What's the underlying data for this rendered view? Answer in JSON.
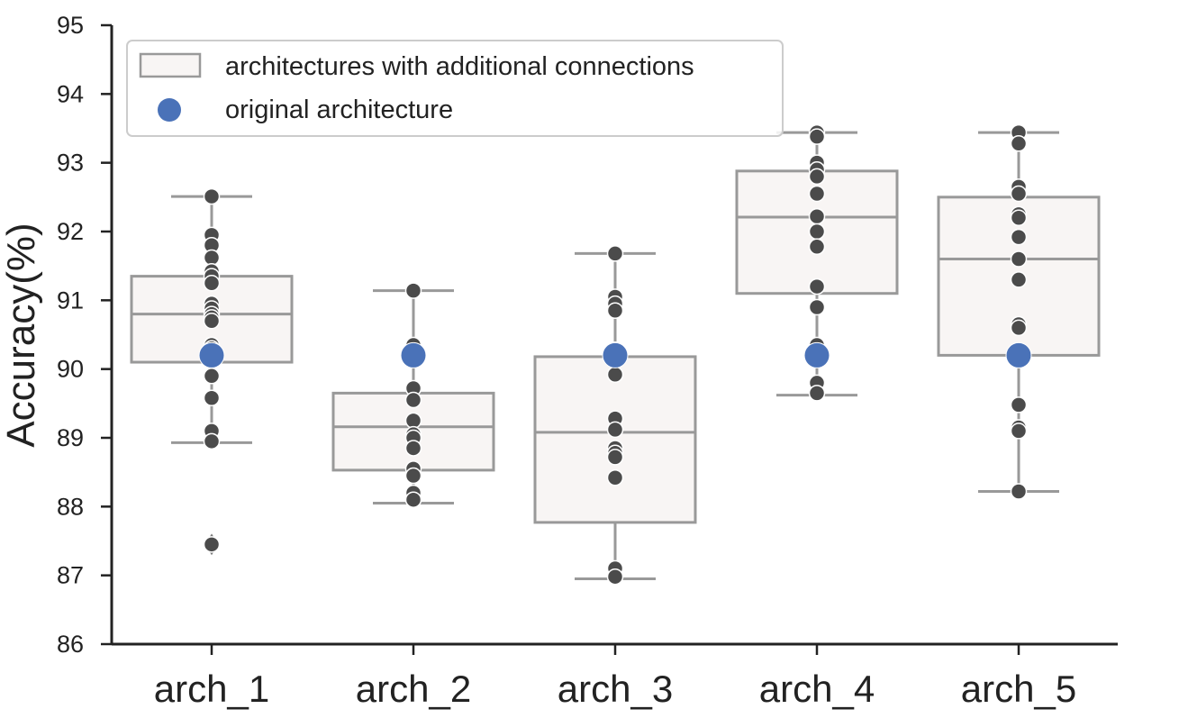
{
  "chart_data": {
    "type": "box",
    "ylabel": "Accuracy(%)",
    "xlabel": "",
    "ylim": [
      86,
      95
    ],
    "yticks": [
      "86",
      "87",
      "88",
      "89",
      "90",
      "91",
      "92",
      "93",
      "94",
      "95"
    ],
    "categories": [
      "arch_1",
      "arch_2",
      "arch_3",
      "arch_4",
      "arch_5"
    ],
    "legend": {
      "placement": "top-left",
      "entries": [
        {
          "label": "architectures with additional connections",
          "marker": "box"
        },
        {
          "label": "original architecture",
          "marker": "dot"
        }
      ]
    },
    "colors": {
      "box_fill": "#f8f5f4",
      "box_edge": "#999999",
      "points": "#4b4b4b",
      "original": "#4a72b8",
      "axis": "#222222"
    },
    "series": [
      {
        "name": "architectures with additional connections",
        "boxes": [
          {
            "category": "arch_1",
            "whisker_low": 88.93,
            "q1": 90.1,
            "median": 90.8,
            "q3": 91.35,
            "whisker_high": 92.51,
            "outliers": [
              87.45
            ],
            "points": [
              92.51,
              91.95,
              91.8,
              91.62,
              91.42,
              91.35,
              91.25,
              90.95,
              90.88,
              90.8,
              90.75,
              90.7,
              90.35,
              90.3,
              89.9,
              89.58,
              89.1,
              88.95,
              87.45
            ]
          },
          {
            "category": "arch_2",
            "whisker_low": 88.05,
            "q1": 88.53,
            "median": 89.16,
            "q3": 89.65,
            "whisker_high": 91.14,
            "outliers": [],
            "points": [
              91.14,
              90.35,
              90.2,
              89.72,
              89.55,
              89.25,
              89.05,
              89.0,
              88.85,
              88.55,
              88.45,
              88.2,
              88.1
            ]
          },
          {
            "category": "arch_3",
            "whisker_low": 86.95,
            "q1": 87.77,
            "median": 89.08,
            "q3": 90.18,
            "whisker_high": 91.68,
            "outliers": [],
            "points": [
              91.68,
              91.05,
              90.95,
              90.85,
              90.28,
              89.92,
              89.28,
              89.12,
              88.85,
              88.78,
              88.72,
              88.42,
              87.1,
              86.98
            ]
          },
          {
            "category": "arch_4",
            "whisker_low": 89.62,
            "q1": 91.1,
            "median": 92.21,
            "q3": 92.88,
            "whisker_high": 93.44,
            "outliers": [],
            "points": [
              93.44,
              93.38,
              93.0,
              92.9,
              92.8,
              92.55,
              92.22,
              92.0,
              91.78,
              91.2,
              90.9,
              90.35,
              89.8,
              89.65
            ]
          },
          {
            "category": "arch_5",
            "whisker_low": 88.22,
            "q1": 90.2,
            "median": 91.6,
            "q3": 92.5,
            "whisker_high": 93.44,
            "outliers": [],
            "points": [
              93.44,
              93.28,
              92.65,
              92.55,
              92.25,
              92.2,
              91.92,
              91.6,
              91.3,
              90.65,
              90.6,
              89.48,
              89.15,
              89.1,
              88.22
            ]
          }
        ]
      },
      {
        "name": "original architecture",
        "values": [
          90.2,
          90.2,
          90.2,
          90.2,
          90.2
        ]
      }
    ]
  }
}
